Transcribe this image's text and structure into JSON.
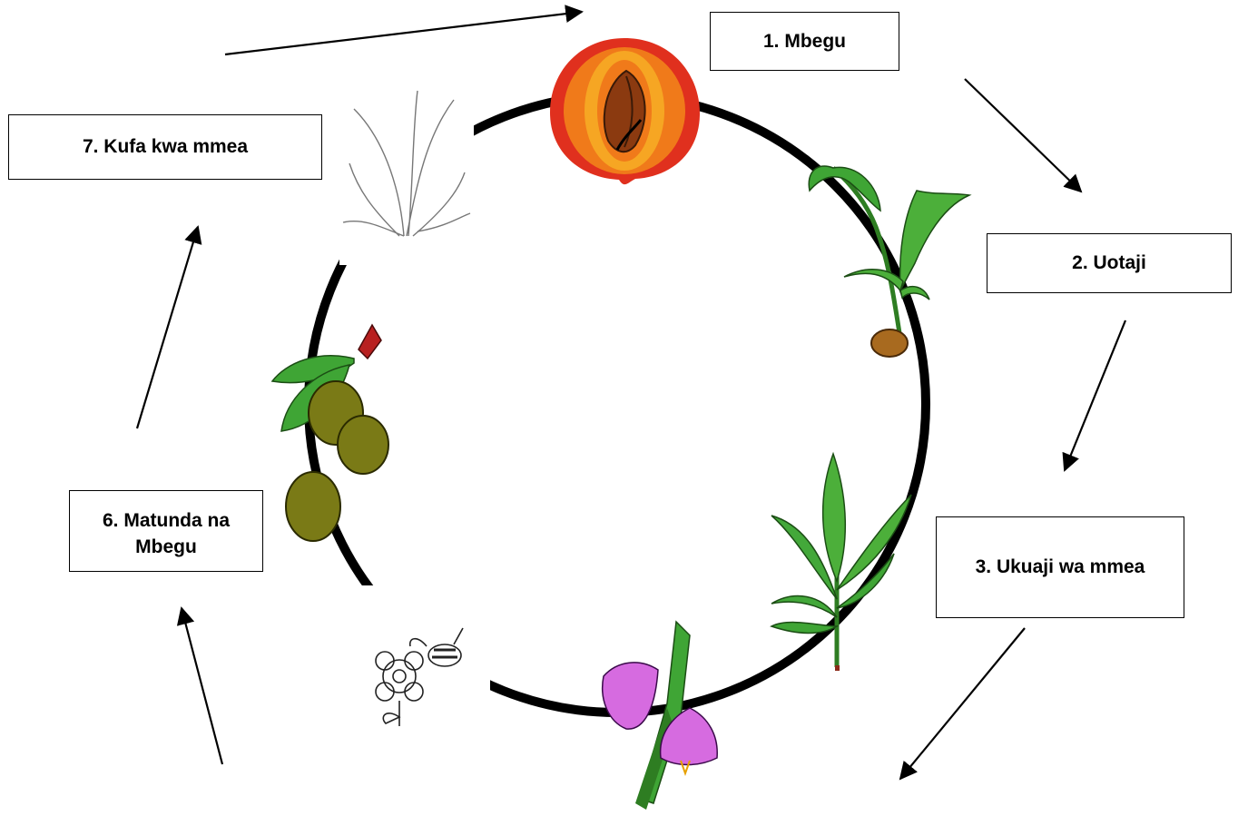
{
  "stages": [
    {
      "id": "1",
      "label": "1. Mbegu"
    },
    {
      "id": "2",
      "label": "2. Uotaji"
    },
    {
      "id": "3",
      "label": "3. Ukuaji wa mmea"
    },
    {
      "id": "6",
      "label": "6. Matunda na Mbegu"
    },
    {
      "id": "7",
      "label": "7. Kufa kwa mmea"
    }
  ],
  "colors": {
    "cycle_ring": "#000000",
    "seed_outer": "#e0301e",
    "seed_mid": "#f07a1a",
    "seed_inner": "#f6a623",
    "leaf_green": "#3fa535",
    "flower_pink": "#d66be0",
    "fruit_olive": "#7a7a16"
  },
  "icons": [
    "seed-illustration",
    "germinating-seedling-illustration",
    "young-plant-illustration",
    "flowers-illustration",
    "bee-pollination-sketch",
    "fruits-illustration",
    "dead-plant-sketch"
  ]
}
